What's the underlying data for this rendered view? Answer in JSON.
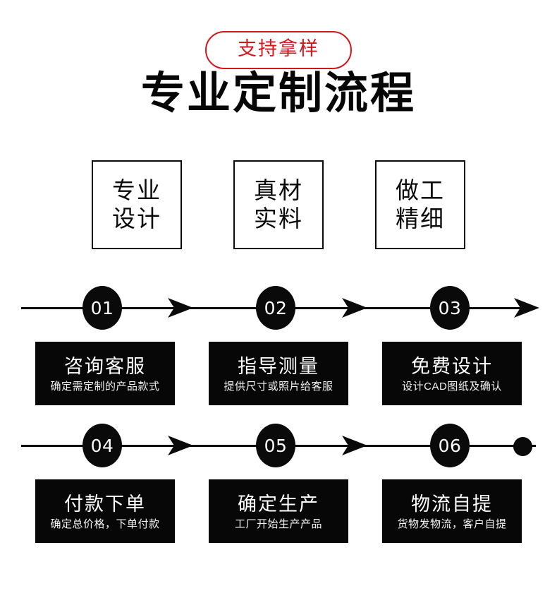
{
  "badge": {
    "label": "支持拿样",
    "color": "#d2161b"
  },
  "title": "专业定制流程",
  "features": [
    {
      "line1": "专业",
      "line2": "设计"
    },
    {
      "line1": "真材",
      "line2": "实料"
    },
    {
      "line1": "做工",
      "line2": "精细"
    }
  ],
  "rows": [
    {
      "nodes": [
        "01",
        "02",
        "03"
      ],
      "terminator": "arrow",
      "cards": [
        {
          "title": "咨询客服",
          "sub": "确定需定制的产品款式"
        },
        {
          "title": "指导测量",
          "sub": "提供尺寸或照片给客服"
        },
        {
          "title": "免费设计",
          "sub": "设计CAD图纸及确认"
        }
      ]
    },
    {
      "nodes": [
        "04",
        "05",
        "06"
      ],
      "terminator": "dot",
      "cards": [
        {
          "title": "付款下单",
          "sub": "确定总价格，下单付款"
        },
        {
          "title": "确定生产",
          "sub": "工厂开始生产产品"
        },
        {
          "title": "物流自提",
          "sub": "货物发物流，客户自提"
        }
      ]
    }
  ],
  "colors": {
    "ink": "#0a0a0a",
    "card_bg": "#070707",
    "card_text": "#ffffff",
    "page_bg": "#ffffff"
  }
}
